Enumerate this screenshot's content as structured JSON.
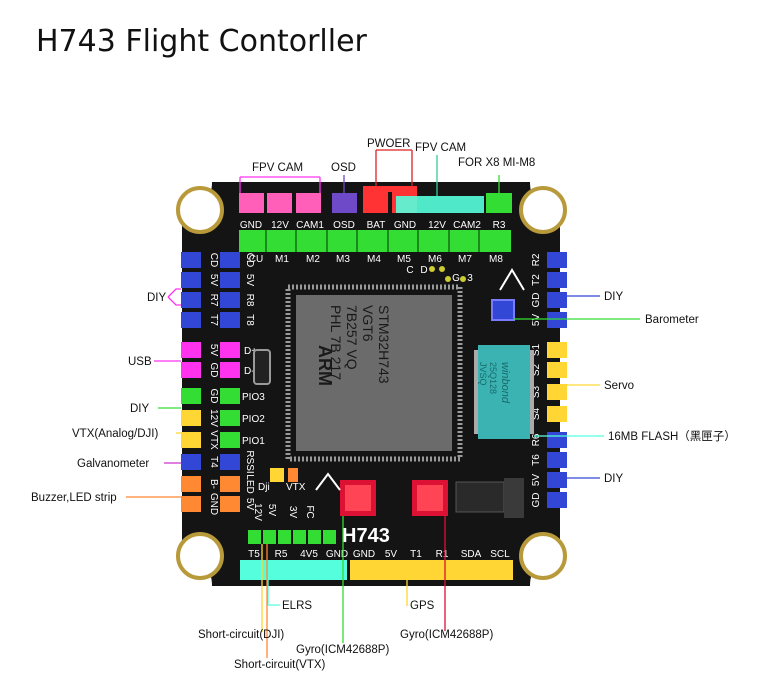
{
  "title": "H743 Flight Contorller",
  "board": {
    "name": "H743",
    "chip_lines": [
      "STM32H743",
      "VGT6",
      "7B257 VQ",
      "PHL 7B 217"
    ],
    "chip_brand": "ARM",
    "flash_chip_lines": [
      "winbond",
      "25Q128",
      "JVSQ"
    ],
    "sub_label_dji": "Dji",
    "sub_label_vtx": "VTX"
  },
  "top_pads": [
    "GND",
    "12V",
    "CAM1",
    "OSD",
    "BAT",
    "GND",
    "12V",
    "CAM2",
    "R3"
  ],
  "motor_labels": [
    "CU",
    "M1",
    "M2",
    "M3",
    "M4",
    "M5",
    "M6",
    "M7",
    "M8"
  ],
  "small_labels": [
    "C",
    "D",
    "G",
    "3"
  ],
  "left_outer_labels": [
    "CD",
    "5V",
    "R7",
    "T7",
    "5V",
    "GD",
    "GD",
    "12V",
    "VTX",
    "T4",
    "B-",
    "GND"
  ],
  "left_inner_labels": [
    "CD",
    "5V",
    "R8",
    "T8",
    "D+",
    "D-",
    "PIO3",
    "PIO2",
    "PIO1",
    "RSSI",
    "LED",
    "5V"
  ],
  "right_labels": [
    "R2",
    "T2",
    "GD",
    "5V",
    "S1",
    "S2",
    "S3",
    "S4",
    "R6",
    "T6",
    "5V",
    "GD"
  ],
  "bottom_pads": [
    "T5",
    "R5",
    "4V5",
    "GND",
    "GND",
    "5V",
    "T1",
    "R1",
    "SDA",
    "SCL"
  ],
  "dji_pads": [
    "12V",
    "5V",
    "3V",
    "FC"
  ],
  "callouts": {
    "fpv_cam_left": "FPV CAM",
    "osd": "OSD",
    "pwoer": "PWOER",
    "fpv_cam_right": "FPV CAM",
    "for_x8": "FOR X8 MI-M8",
    "diy_left": "DIY",
    "usb": "USB",
    "diy_left2": "DIY",
    "vtx": "VTX(Analog/DJI)",
    "galvanometer": "Galvanometer",
    "buzzer": "Buzzer,LED strip",
    "diy_right": "DIY",
    "barometer": "Barometer",
    "servo": "Servo",
    "flash": "16MB  FLASH（黑匣子）",
    "diy_right2": "DIY",
    "elrs": "ELRS",
    "gps": "GPS",
    "short_dji": "Short-circuit(DJI)",
    "short_vtx": "Short-circuit(VTX)",
    "gyro1": "Gyro(ICM42688P)",
    "gyro2": "Gyro(ICM42688P)"
  },
  "colors": {
    "board": "#141414",
    "pink": "#ff5fb8",
    "green": "#33dd33",
    "blue": "#3347d6",
    "yellow": "#ffd633",
    "orange": "#ff8833",
    "cyan": "#55ffdd",
    "red": "#ff3333",
    "magenta": "#ff33ee",
    "purple": "#6e49c8",
    "diy_blue": "#2233cc",
    "galvo_pink": "#cc33cc",
    "buzzer_red": "#dd2222"
  }
}
